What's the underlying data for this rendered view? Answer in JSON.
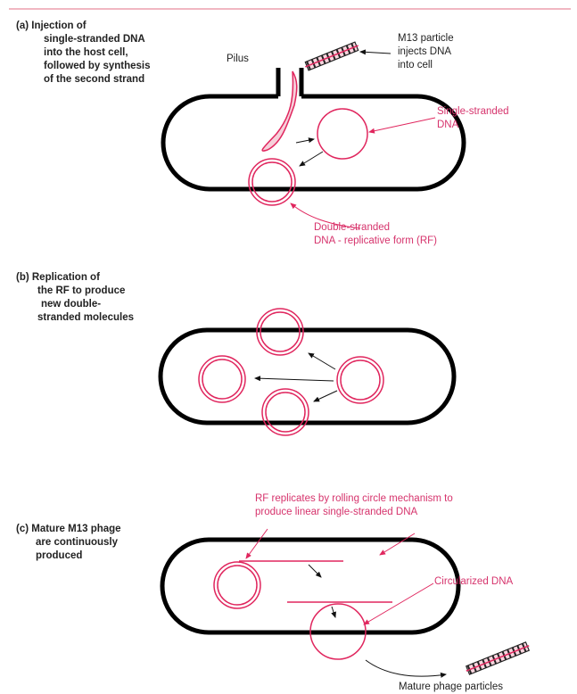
{
  "colors": {
    "cell_outline": "#000000",
    "dna_red": "#e0265e",
    "label_red": "#d6336c",
    "text_dark": "#222222",
    "pilus_fill": "#f6d0da",
    "phage_fill": "#f8d5de"
  },
  "panel_a": {
    "title_line1": "(a)  Injection of",
    "title_line2": "single-stranded DNA",
    "title_line3": "into the host cell,",
    "title_line4": "followed by synthesis",
    "title_line5": "of the second strand",
    "pilus_label": "Pilus",
    "particle_label_line1": "M13 particle",
    "particle_label_line2": "injects DNA",
    "particle_label_line3": "into cell",
    "ss_label_line1": "Single-stranded",
    "ss_label_line2": "DNA",
    "rf_label_line1": "Double-stranded",
    "rf_label_line2": "DNA - replicative form (RF)"
  },
  "panel_b": {
    "title_line1": "(b) Replication of",
    "title_line2": "the RF to produce",
    "title_line3": "new  double-",
    "title_line4": "stranded molecules"
  },
  "panel_c": {
    "title_line1": "(c) Mature M13 phage",
    "title_line2": "are continuously",
    "title_line3": "produced",
    "rolling_label_line1": "RF replicates by rolling circle mechanism to",
    "rolling_label_line2": "produce linear single-stranded DNA",
    "circularized_label": "Circularized DNA",
    "mature_label": "Mature phage particles"
  }
}
